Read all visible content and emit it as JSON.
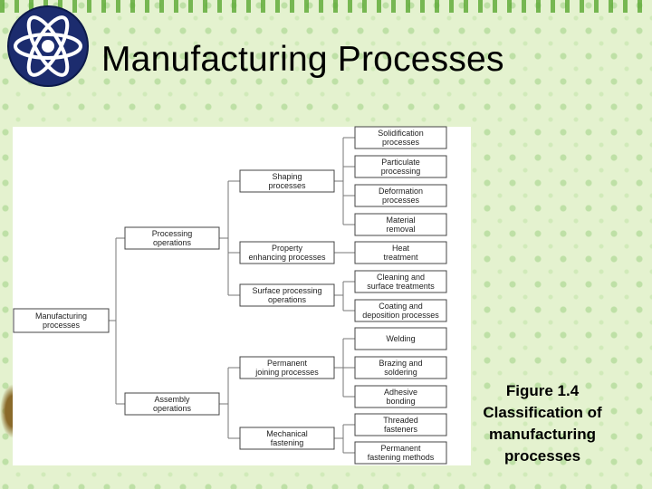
{
  "slide": {
    "title": "Manufacturing Processes",
    "logo_icon": "atom-icon"
  },
  "caption": {
    "lines": [
      "Figure 1.4",
      "Classification of",
      "manufacturing",
      "processes"
    ]
  },
  "diagram": {
    "root": [
      "Manufacturing",
      "processes"
    ],
    "level1": {
      "processing": [
        "Processing",
        "operations"
      ],
      "assembly": [
        "Assembly",
        "operations"
      ]
    },
    "level2": {
      "shaping": [
        "Shaping",
        "processes"
      ],
      "property": [
        "Property",
        "enhancing processes"
      ],
      "surface": [
        "Surface processing",
        "operations"
      ],
      "permanent": [
        "Permanent",
        "joining processes"
      ],
      "mechanical": [
        "Mechanical",
        "fastening"
      ]
    },
    "level3": {
      "solidification": [
        "Solidification",
        "processes"
      ],
      "particulate": [
        "Particulate",
        "processing"
      ],
      "deformation": [
        "Deformation",
        "processes"
      ],
      "material_removal": [
        "Material",
        "removal"
      ],
      "heat": [
        "Heat",
        "treatment"
      ],
      "cleaning": [
        "Cleaning and",
        "surface treatments"
      ],
      "coating": [
        "Coating and",
        "deposition processes"
      ],
      "welding": [
        "Welding"
      ],
      "brazing": [
        "Brazing and",
        "soldering"
      ],
      "adhesive": [
        "Adhesive",
        "bonding"
      ],
      "threaded": [
        "Threaded",
        "fasteners"
      ],
      "permanent_fastening": [
        "Permanent",
        "fastening methods"
      ]
    }
  }
}
